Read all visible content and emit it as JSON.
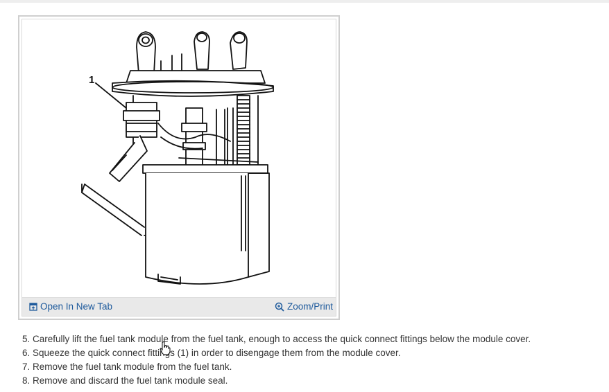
{
  "figure": {
    "callout_label": "1",
    "toolbar": {
      "open_new_tab_label": "Open In New Tab",
      "open_new_tab_icon": "external-tab-icon",
      "zoom_print_label": "Zoom/Print",
      "zoom_print_icon": "zoom-in-icon"
    },
    "link_color": "#1e5a9c",
    "toolbar_bg": "#e9e9e9"
  },
  "steps": [
    "5. Carefully lift the fuel tank module from the fuel tank, enough to access the quick connect fittings below the module cover.",
    "6. Squeeze the quick connect fittings (1) in order to disengage them from the module cover.",
    "7. Remove the fuel tank module from the fuel tank.",
    "8. Remove and discard the fuel tank module seal."
  ],
  "cursor": "hand-pointer-icon"
}
